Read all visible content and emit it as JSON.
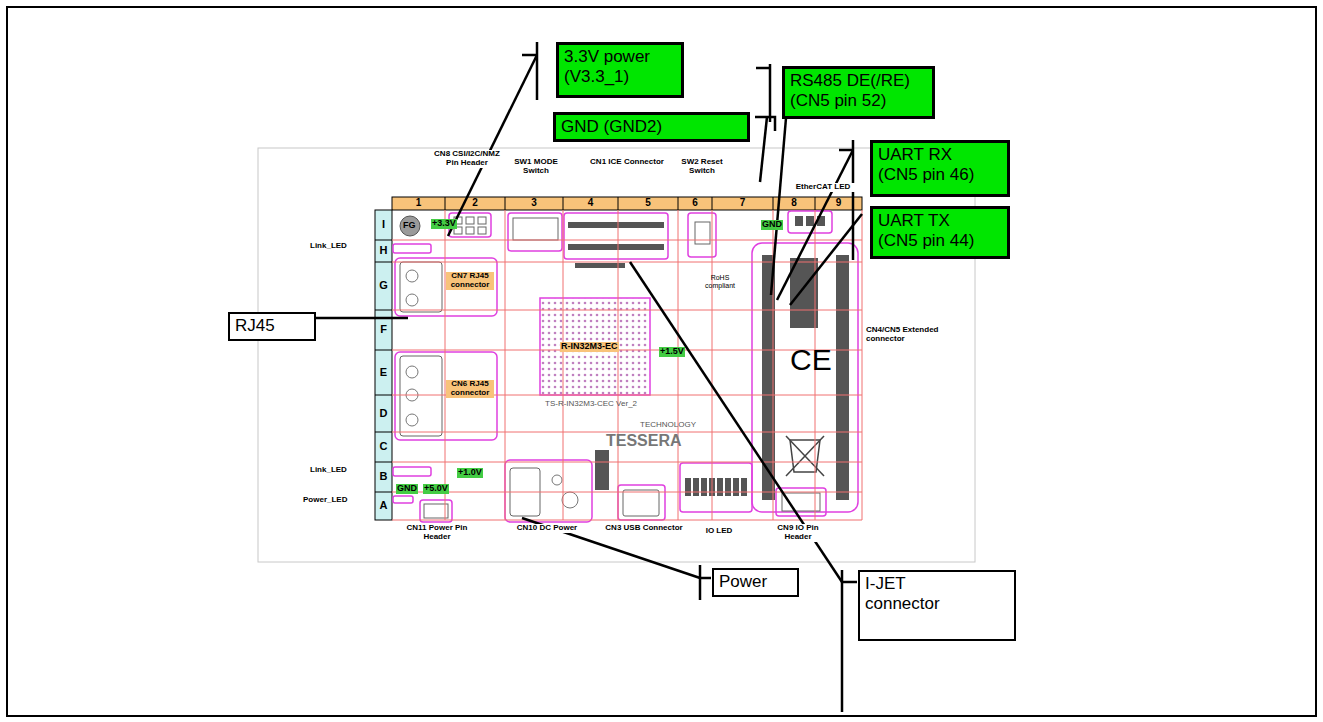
{
  "diagram": {
    "nodes": [
      {
        "text": [
          "3.3V power (V3.3_1)"
        ]
      },
      {
        "text": [
          "GND (GND2)"
        ]
      },
      {
        "text": [
          "RS485 DE(/RE) (CN5 pin 52)"
        ]
      },
      {
        "text": [
          "UART RX (CN5 pin 46)"
        ]
      },
      {
        "text": [
          "UART TX (CN5 pin 44)"
        ]
      },
      {
        "text": [
          "RJ45"
        ]
      },
      {
        "text": [
          "Power"
        ]
      },
      {
        "text": [
          "I-JET connector"
        ]
      }
    ],
    "labels": [
      "CN8 CSI/I2C/NMZ Pin Header",
      "SW1 MODE Switch",
      "CN1 ICE Connector",
      "SW2 Reset Switch",
      "EtherCAT LED",
      "1",
      "2",
      "3",
      "4",
      "5",
      "6",
      "7",
      "8",
      "9",
      "I",
      "H",
      "G",
      "F",
      "E",
      "D",
      "C",
      "B",
      "A",
      "Link_LED",
      "Link_LED",
      "Power_LED",
      "CN7 RJ45 connector",
      "CN6 RJ45 connector",
      "R-IN32M3-EC",
      "CN4/CN5 Extended connector",
      "CN11 Power Pin Header",
      "CN10 DC Power",
      "CN3 USB Connector",
      "IO LED",
      "CN9 IO Pin Header",
      "+3.3V",
      "FG",
      "GND",
      "GND",
      "+5.0V",
      "+1.0V",
      "+1.5V",
      "TS-R-IN32M3-CEC Ver_2",
      "TESSERA",
      "TECHNOLOGY",
      "CE",
      "RoHS compliant"
    ]
  }
}
